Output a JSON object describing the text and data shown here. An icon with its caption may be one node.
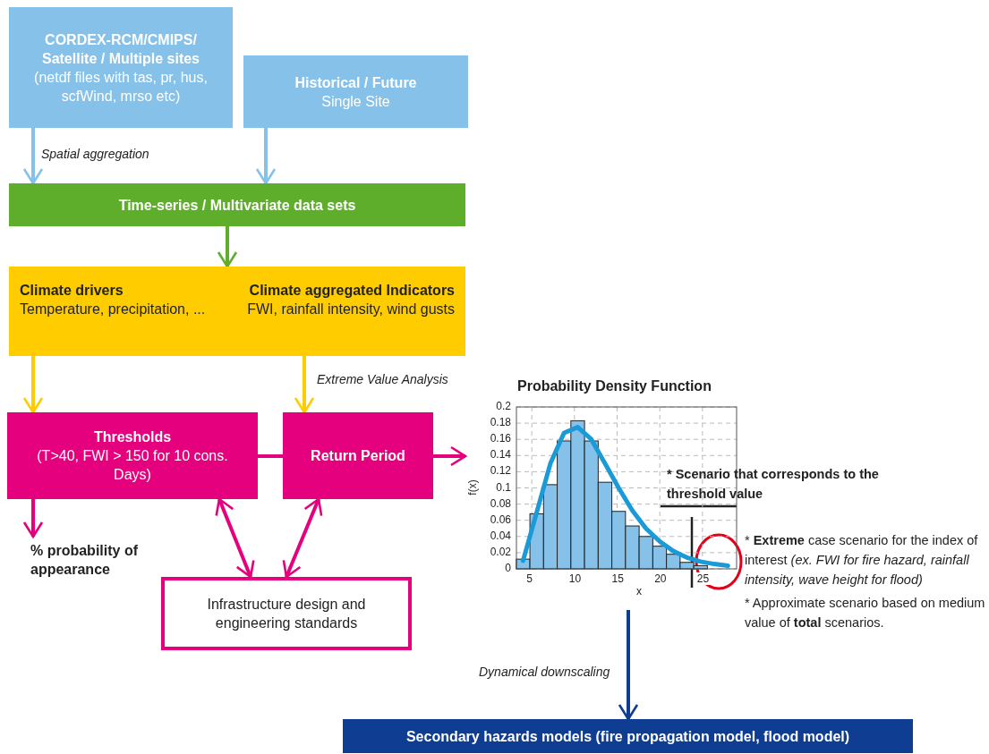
{
  "diagram": {
    "nodes": [
      {
        "text": [
          "CORDEX-RCM/CMIPS/ Satellite / Multiple sites",
          "(netdf files with tas, pr, hus, scfWind, mrso etc)"
        ]
      },
      {
        "text": [
          "Historical / Future",
          "Single Site"
        ]
      },
      {
        "text": [
          "Time-series / Multivariate data sets"
        ]
      },
      {
        "text": [
          "Climate drivers",
          "Temperature, precipitation, ...",
          "Climate aggregated Indicators",
          "FWI, rainfall intensity, wind gusts"
        ]
      },
      {
        "text": [
          "Thresholds",
          "(T>40, FWI > 150 for 10 cons. Days)"
        ]
      },
      {
        "text": [
          "Return Period"
        ]
      },
      {
        "text": [
          "% probability of appearance"
        ]
      },
      {
        "text": [
          "Infrastructure design and engineering standards"
        ]
      },
      {
        "text": [],
        "shape": "picture"
      },
      {
        "text": [
          "Secondary hazards models (fire propagation model, flood model)"
        ]
      }
    ],
    "edges": [
      {
        "from": 0,
        "to": 2,
        "arrow": "to",
        "label": "Spatial aggregation",
        "color": "#85c1e9"
      },
      {
        "from": 1,
        "to": 2,
        "arrow": "to",
        "color": "#85c1e9"
      },
      {
        "from": 2,
        "to": 3,
        "arrow": "to",
        "color": "#5fae2b"
      },
      {
        "from": 3,
        "to": 4,
        "arrow": "to",
        "color": "#ffcc00"
      },
      {
        "from": 3,
        "to": 5,
        "arrow": "to",
        "label": "Extreme Value Analysis",
        "color": "#ffcc00"
      },
      {
        "from": 4,
        "to": 5,
        "arrow": "none",
        "color": "#e5007e"
      },
      {
        "from": 4,
        "to": 6,
        "arrow": "to",
        "color": "#e5007e"
      },
      {
        "from": 4,
        "to": 7,
        "arrow": "both",
        "color": "#e5007e"
      },
      {
        "from": 5,
        "to": 7,
        "arrow": "both",
        "color": "#e5007e"
      },
      {
        "from": 5,
        "to": 8,
        "arrow": "to",
        "color": "#e5007e"
      },
      {
        "from": 8,
        "to": 9,
        "arrow": "to",
        "label": "Dynamical downscaling",
        "color": "#0f3d91"
      }
    ],
    "labels": [
      "* Scenario that corresponds to the threshold value",
      "* **Extreme** case scenario for the index of interest *(ex. FWI for fire hazard, rainfall intensity, wave height for flood)*",
      "* Approximate scenario based on medium value of **total** scenarios."
    ],
    "chart_data": {
      "type": "bar",
      "title": "Probability Density Function",
      "xlabel": "x",
      "ylabel": "f(x)",
      "x": [
        3.98,
        5.58,
        7.18,
        8.78,
        10.38,
        11.98,
        13.58,
        15.18,
        16.78,
        18.38,
        19.98,
        21.58,
        23.18,
        24.78,
        26.38,
        27.98
      ],
      "series": [
        {
          "color": "#85c1e9",
          "values": [
            0.012,
            0.068,
            0.104,
            0.158,
            0.183,
            0.158,
            0.107,
            0.071,
            0.053,
            0.04,
            0.028,
            0.018,
            0.008,
            0.004,
            null,
            null
          ]
        },
        {
          "color": "#1a9ad6",
          "type": "line",
          "values": [
            0.01,
            0.07,
            0.13,
            0.168,
            0.175,
            0.16,
            0.13,
            0.1,
            0.072,
            0.05,
            0.034,
            0.022,
            0.014,
            0.009,
            0.006,
            0.004
          ]
        }
      ],
      "grid": true,
      "xlim": [
        3.2,
        29
      ],
      "ylim": [
        0,
        0.2
      ],
      "xticks": [
        5,
        10,
        15,
        20,
        25
      ],
      "yticks": [
        0,
        0.02,
        0.04,
        0.06,
        0.08,
        0.1,
        0.12,
        0.14,
        0.16,
        0.18,
        0.2
      ]
    }
  }
}
